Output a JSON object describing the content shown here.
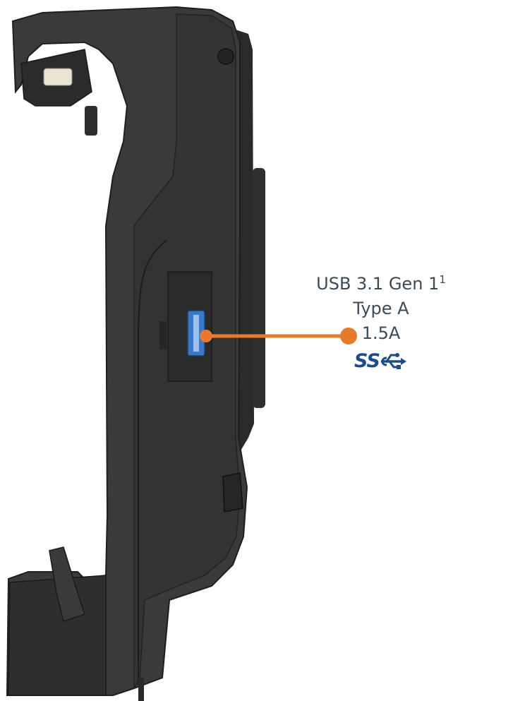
{
  "callout": {
    "line1": "USB 3.1 Gen 1",
    "line1_sup": "1",
    "line2": "Type A",
    "line3": "1.5A",
    "logo_text": "SS",
    "logo_icon": "usb-trident-icon",
    "text_color": "#3c4a56",
    "logo_color": "#1b4d8c",
    "line_color": "#e87a30"
  },
  "device": {
    "body_color": "#3a3a3a",
    "port_color": "#3c78c8"
  }
}
